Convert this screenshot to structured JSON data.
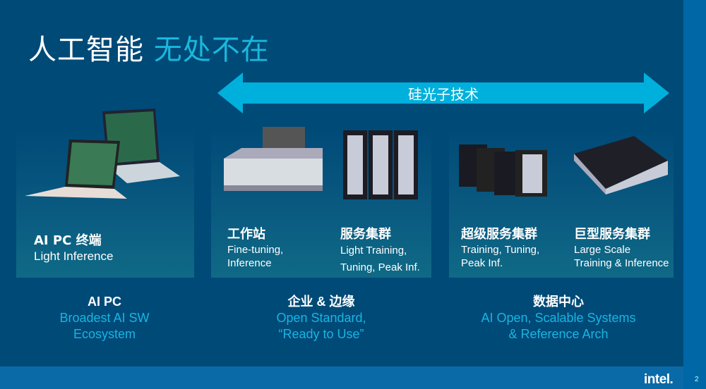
{
  "title": {
    "main": "人工智能",
    "highlight": "无处不在"
  },
  "arrow": {
    "label": "硅光子技术",
    "color": "#00b0dc"
  },
  "cards": [
    {
      "title": "AI PC 终端",
      "desc": "Light Inference"
    },
    {
      "title": "工作站",
      "desc": "Fine-tuning, Inference"
    },
    {
      "title": "服务集群",
      "desc1": "Light Training,",
      "desc2": "Tuning, Peak Inf."
    },
    {
      "title": "超级服务集群",
      "desc1": "Training, Tuning,",
      "desc2": "Peak Inf."
    },
    {
      "title": "巨型服务集群",
      "desc1": "Large Scale",
      "desc2": "Training & Inference"
    }
  ],
  "groups": [
    {
      "heading": "AI PC",
      "line1": "Broadest AI SW",
      "line2": "Ecosystem"
    },
    {
      "heading": "企业 & 边缘",
      "line1": "Open Standard,",
      "line2": "“Ready to Use”"
    },
    {
      "heading": "数据中心",
      "line1": "AI Open, Scalable Systems",
      "line2": "& Reference Arch"
    }
  ],
  "footer": {
    "logo": "intel.",
    "page": "2"
  }
}
